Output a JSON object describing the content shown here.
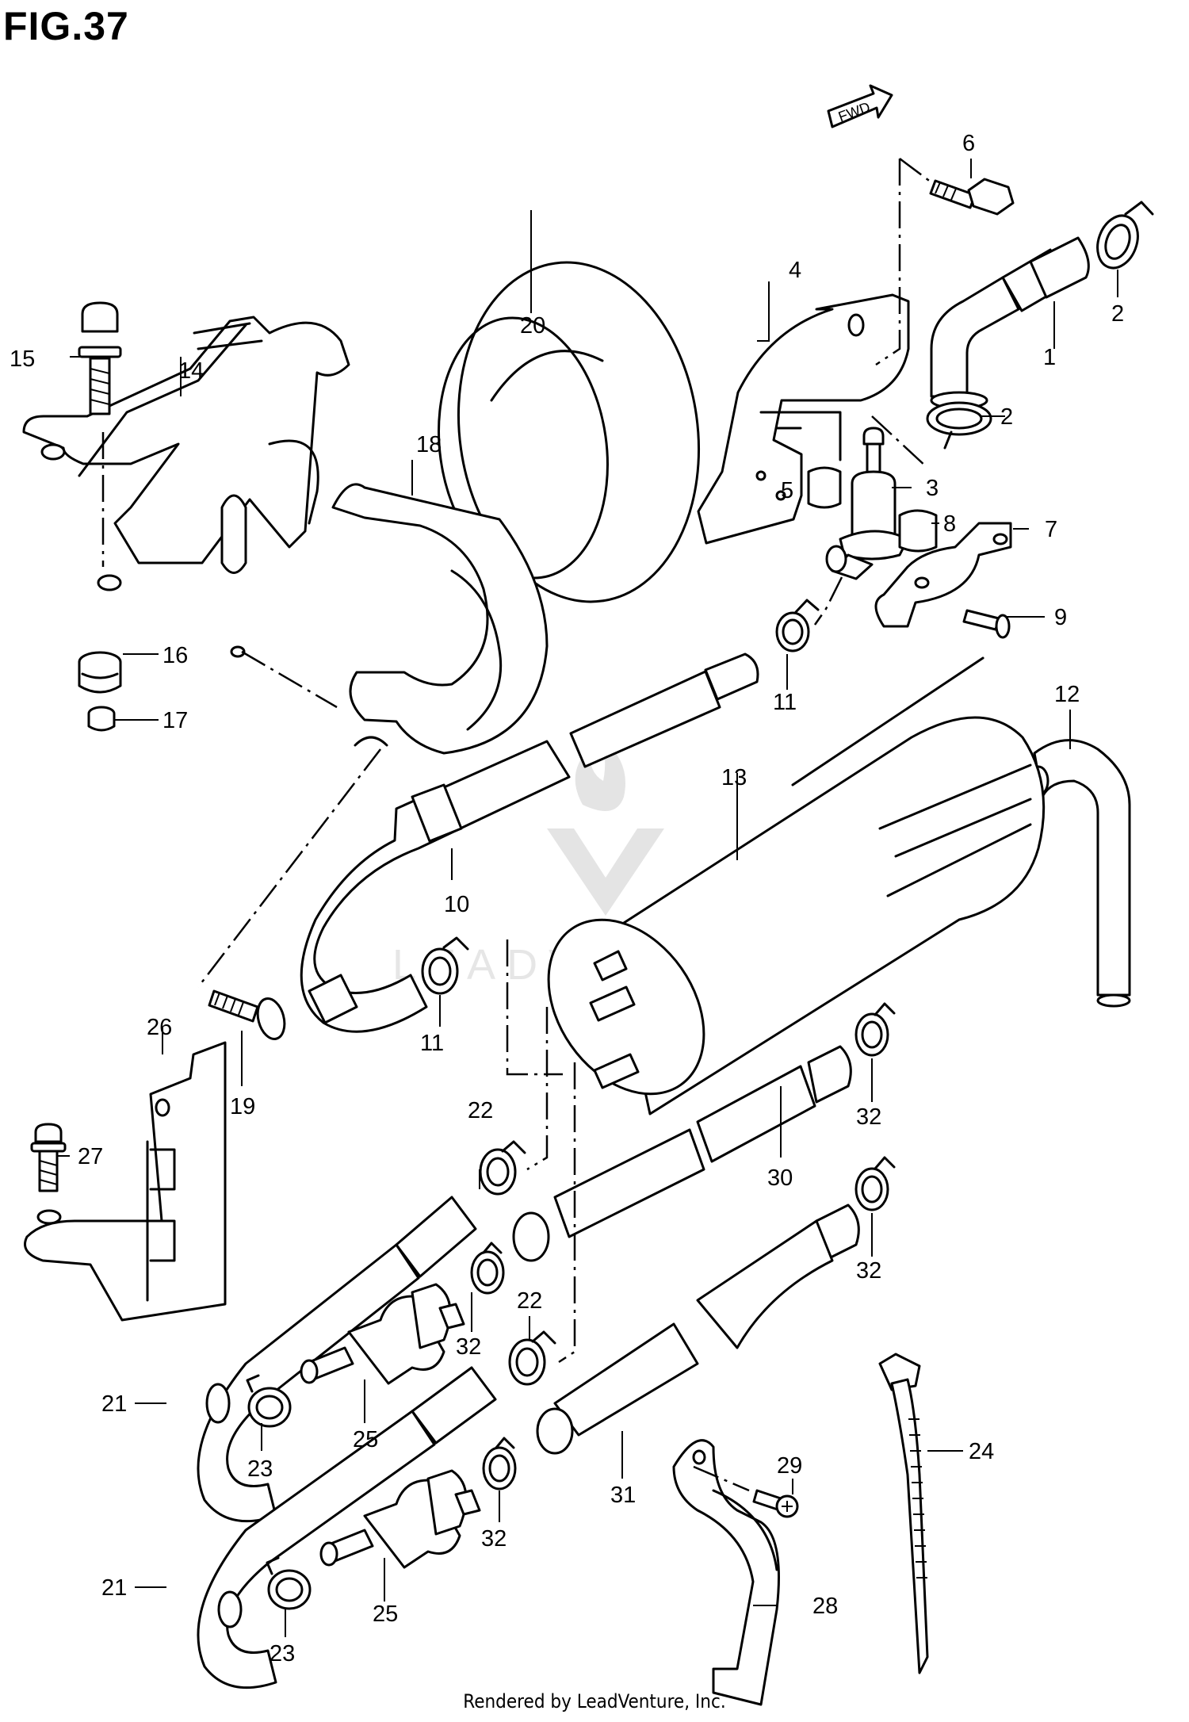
{
  "figure": {
    "title": "FIG.37",
    "fwd_label": "FWD"
  },
  "watermark": {
    "text": "LEADVENTURE"
  },
  "footer": {
    "text": "Rendered by LeadVenture, Inc."
  },
  "callouts": {
    "c1": "1",
    "c2a": "2",
    "c2b": "2",
    "c3": "3",
    "c4": "4",
    "c5": "5",
    "c6": "6",
    "c7": "7",
    "c8": "8",
    "c9": "9",
    "c10": "10",
    "c11a": "11",
    "c11b": "11",
    "c12": "12",
    "c13": "13",
    "c14": "14",
    "c15": "15",
    "c16": "16",
    "c17": "17",
    "c18": "18",
    "c19": "19",
    "c20": "20",
    "c21a": "21",
    "c21b": "21",
    "c22a": "22",
    "c22b": "22",
    "c23a": "23",
    "c23b": "23",
    "c24": "24",
    "c25a": "25",
    "c25b": "25",
    "c26": "26",
    "c27": "27",
    "c28": "28",
    "c29": "29",
    "c30": "30",
    "c31": "31",
    "c32a": "32",
    "c32b": "32",
    "c32c": "32",
    "c32d": "32"
  }
}
